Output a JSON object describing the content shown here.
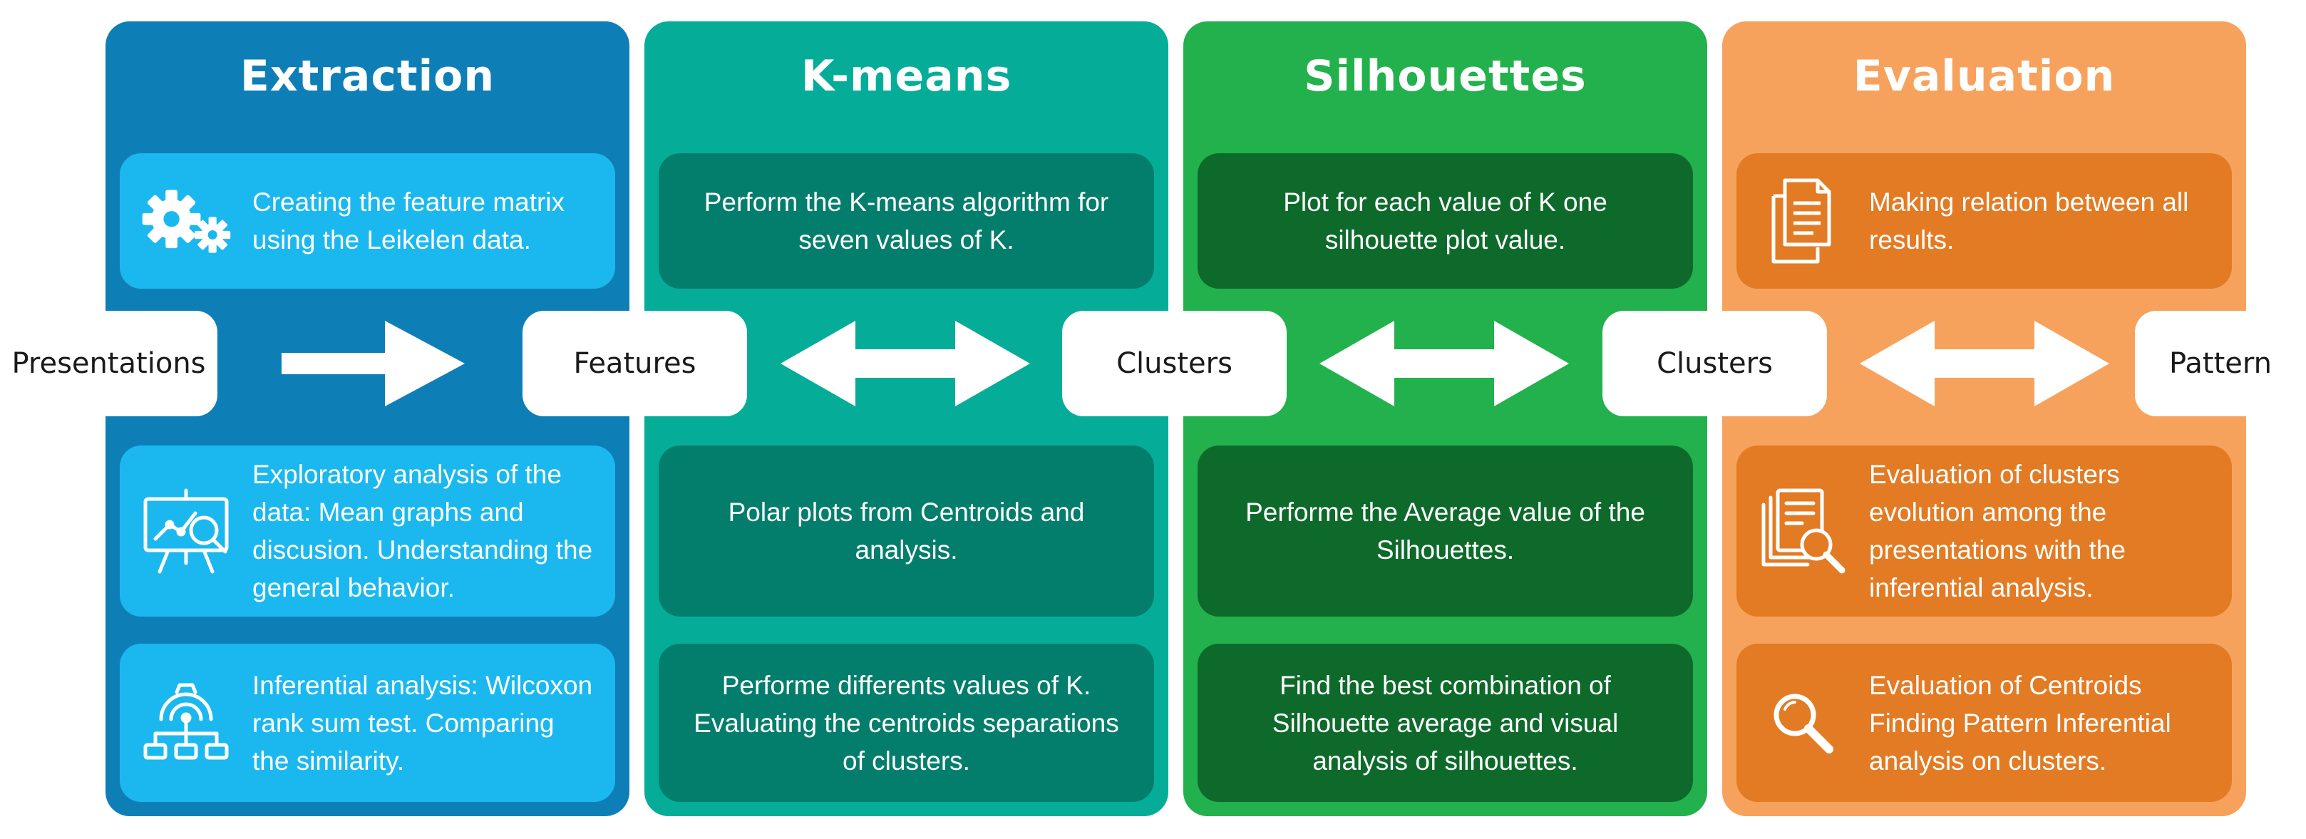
{
  "columns": [
    {
      "title": "Extraction",
      "cards": [
        {
          "text": "Creating the feature matrix using the Leikelen data.",
          "icon": "gears-icon"
        },
        {
          "text": "Exploratory analysis of the data: Mean graphs and discusion. Understanding the general behavior.",
          "icon": "presentation-chart-icon"
        },
        {
          "text": "Inferential analysis: Wilcoxon rank sum test. Comparing the similarity.",
          "icon": "network-gear-icon"
        }
      ]
    },
    {
      "title": "K-means",
      "cards": [
        {
          "text": "Perform the K-means algorithm for seven values of K."
        },
        {
          "text": "Polar plots from Centroids and analysis."
        },
        {
          "text": "Performe differents values of K. Evaluating the centroids separations of clusters."
        }
      ]
    },
    {
      "title": "Silhouettes",
      "cards": [
        {
          "text": "Plot for each value of K one silhouette plot value."
        },
        {
          "text": "Performe the Average value of the Silhouettes."
        },
        {
          "text": "Find the best combination of Silhouette average and visual analysis of silhouettes."
        }
      ]
    },
    {
      "title": "Evaluation",
      "cards": [
        {
          "text": "Making relation between all results.",
          "icon": "documents-icon"
        },
        {
          "text": "Evaluation of clusters evolution among the presentations with the inferential analysis.",
          "icon": "document-search-icon"
        },
        {
          "text": "Evaluation of Centroids Finding Pattern Inferential analysis on clusters.",
          "icon": "magnifier-icon"
        }
      ]
    }
  ],
  "flow": {
    "nodes": [
      "Presentations",
      "Features",
      "Clusters",
      "Clusters",
      "Pattern"
    ],
    "connectors": [
      "arrow-right",
      "arrow-double",
      "arrow-double",
      "arrow-double"
    ]
  },
  "colors": {
    "extraction": "#0e7fb6",
    "extraction_card": "#1bb8ef",
    "kmeans": "#05ad98",
    "kmeans_card": "#047e6c",
    "silhouettes": "#22b14c",
    "silhouettes_card": "#0e6a2b",
    "evaluation": "#f7a25c",
    "evaluation_card": "#e27b24"
  }
}
